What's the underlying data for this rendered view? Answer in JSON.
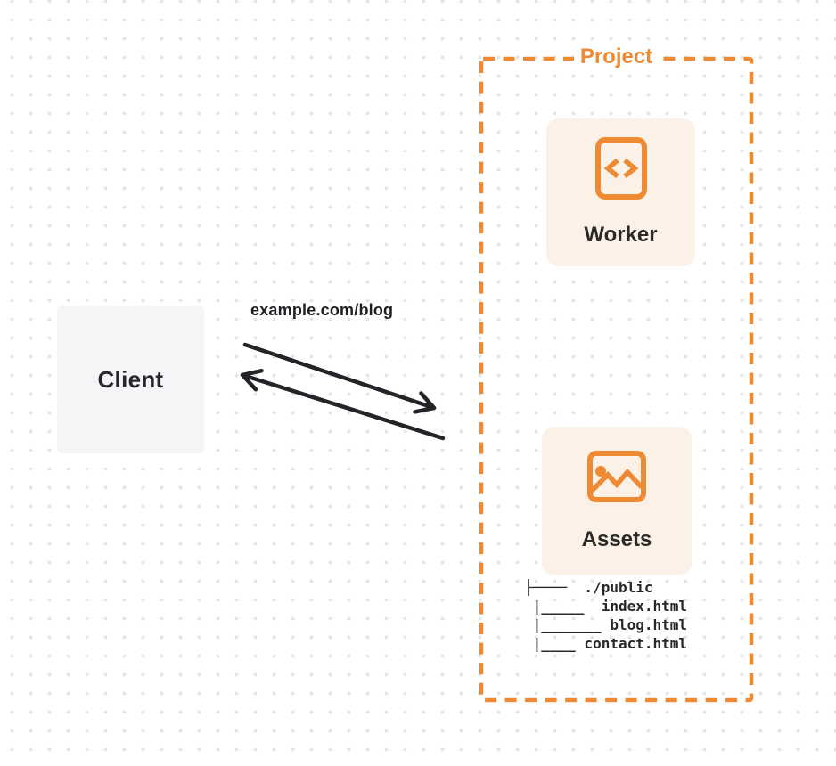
{
  "colors": {
    "accent_orange": "#ED8A33",
    "card_background": "#FCF1E6",
    "client_background": "#F5F5F7",
    "arrow_color": "#232328",
    "text_dark": "#26262C",
    "dot_grid": "#E3E4E6"
  },
  "client": {
    "label": "Client"
  },
  "request": {
    "url_label": "example.com/blog"
  },
  "project": {
    "title": "Project",
    "worker": {
      "label": "Worker",
      "icon": "code-file-icon"
    },
    "assets": {
      "label": "Assets",
      "icon": "image-icon",
      "file_tree": "├────  ./public\n |_____  index.html\n |_______ blog.html\n |____ contact.html"
    }
  }
}
